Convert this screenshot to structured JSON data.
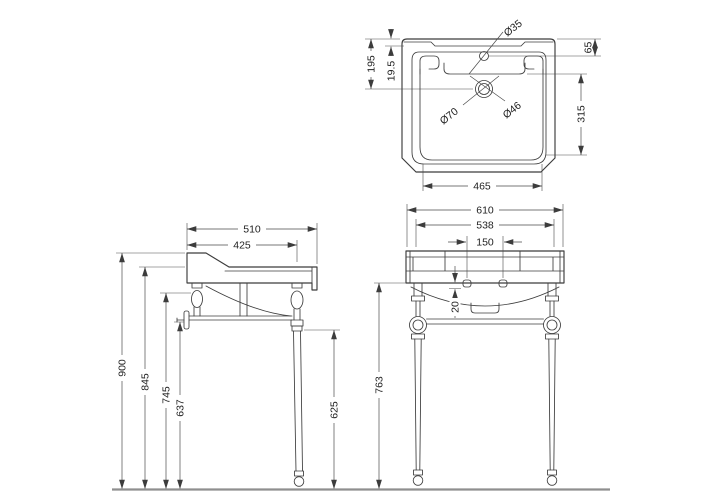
{
  "drawing": {
    "background": "#ffffff",
    "line_color": "#3c3c3c",
    "views": {
      "plan": {
        "labels": {
          "top_to_waste": "195",
          "rim_offset": "19.5",
          "top_to_taphole": "65",
          "bowl_depth": "315",
          "bowl_width": "465",
          "tap_hole_dia": "Ø35",
          "waste_dia_outer": "Ø70",
          "waste_dia_inner": "Ø46"
        }
      },
      "side": {
        "labels": {
          "overall_depth": "510",
          "frame_depth": "425",
          "overall_height": "900",
          "rim_height": "845",
          "underside_height": "745",
          "towel_rail_height": "637",
          "frame_height_side": "625"
        }
      },
      "front": {
        "labels": {
          "overall_width": "610",
          "leg_centres": "538",
          "fixing_centres": "150",
          "edge_gap": "20",
          "frame_height_front": "763"
        }
      }
    }
  }
}
